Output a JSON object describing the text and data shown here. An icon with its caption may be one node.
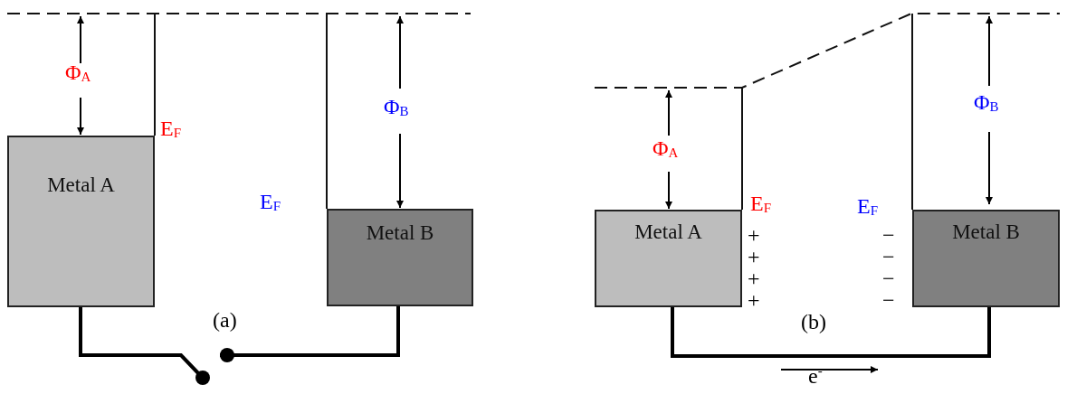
{
  "diagram": {
    "nodes": [
      {
        "text": [
          "Metal A"
        ]
      },
      {
        "text": [
          "Metal B"
        ]
      },
      {
        "text": [
          "Metal A"
        ],
        "beside": [
          "+",
          "+",
          "+",
          "+"
        ]
      },
      {
        "text": [
          "Metal B"
        ],
        "beside": [
          "−",
          "−",
          "−",
          "−"
        ]
      },
      {
        "text": [],
        "shape": "circle"
      },
      {
        "text": [],
        "shape": "circle"
      }
    ],
    "edges": [
      {
        "from": 0,
        "to": 4,
        "arrow": "none"
      },
      {
        "from": 5,
        "to": 1,
        "arrow": "none"
      },
      {
        "from": 2,
        "to": 3,
        "arrow": "none"
      }
    ],
    "labels": [
      "Φ$_{A}$",
      "E$_{F}$",
      "Φ$_{B}$",
      "E$_{F}$",
      "(a)",
      "Φ$_{B}$",
      "Φ$_{A}$",
      "E$_{F}$",
      "E$_{F}$",
      "(b)",
      "e$^{-}$"
    ]
  }
}
